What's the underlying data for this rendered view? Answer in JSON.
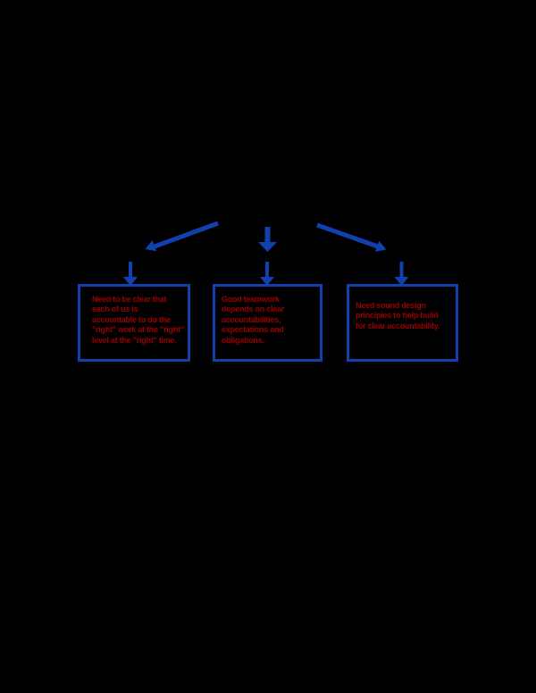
{
  "diagram": {
    "background_color": "#000000",
    "colors": {
      "arrow": "#1141ae",
      "box_border": "#1141ae",
      "box_text": "#990000",
      "box_background": "#000000"
    },
    "boxes": [
      {
        "name": "box-clear-accountability",
        "lines": [
          "Need to be clear that",
          "each of us is",
          "accountable to do the",
          "\"right\" work at the \"right\"",
          "level at the \"right\" time."
        ]
      },
      {
        "name": "box-good-teamwork",
        "lines": [
          "Good teamwork",
          "depends on clear",
          "accountabilities,",
          "expectations and",
          "obligations."
        ]
      },
      {
        "name": "box-sound-design",
        "lines": [
          "Need sound design",
          "principles to help build",
          "for clear accountability."
        ]
      }
    ],
    "arrows": [
      {
        "name": "arrow-diagonal-left"
      },
      {
        "name": "arrow-vertical-center"
      },
      {
        "name": "arrow-diagonal-right"
      },
      {
        "name": "arrow-short-left"
      },
      {
        "name": "arrow-short-center"
      },
      {
        "name": "arrow-short-right"
      }
    ]
  }
}
